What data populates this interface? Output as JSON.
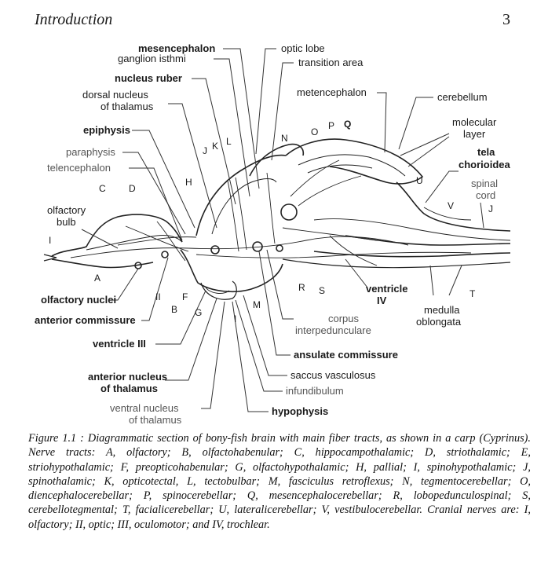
{
  "header": {
    "section": "Introduction",
    "page_number": "3"
  },
  "labels": {
    "mesencephalon": "mesencephalon",
    "ganglion_isthmi": "ganglion isthmi",
    "nucleus_ruber": "nucleus ruber",
    "dorsal_nucleus_1": "dorsal nucleus",
    "dorsal_nucleus_2": "of thalamus",
    "epiphysis": "epiphysis",
    "paraphysis": "paraphysis",
    "telencephalon": "telencephalon",
    "olfactory_bulb_1": "olfactory",
    "olfactory_bulb_2": "bulb",
    "optic_lobe": "optic lobe",
    "transition_area": "transition area",
    "metencephalon": "metencephalon",
    "cerebellum": "cerebellum",
    "molecular_1": "molecular",
    "molecular_2": "layer",
    "tela_1": "tela",
    "tela_2": "chorioidea",
    "spinal_1": "spinal",
    "spinal_2": "cord",
    "olfactory_nuclei": "olfactory nuclei",
    "anterior_commissure": "anterior commissure",
    "ventricle_iii": "ventricle III",
    "anterior_nucleus_1": "anterior nucleus",
    "anterior_nucleus_2": "of thalamus",
    "ventral_nucleus_1": "ventral nucleus",
    "ventral_nucleus_2": "of thalamus",
    "corpus_1": "corpus",
    "corpus_2": "interpedunculare",
    "ansulate": "ansulate commissure",
    "saccus": "saccus vasculosus",
    "infundibulum": "infundibulum",
    "hypophysis": "hypophysis",
    "ventricle_iv_1": "ventricle",
    "ventricle_iv_2": "IV",
    "medulla_1": "medulla",
    "medulla_2": "oblongata"
  },
  "letters": {
    "A": "A",
    "B": "B",
    "C": "C",
    "D": "D",
    "F": "F",
    "G": "G",
    "H": "H",
    "I": "I",
    "J": "J",
    "K": "K",
    "L": "L",
    "M": "M",
    "N": "N",
    "O": "O",
    "P": "P",
    "Q": "Q",
    "R": "R",
    "S": "S",
    "T": "T",
    "U": "U",
    "V": "V",
    "I_left": "I",
    "II": "II",
    "I_mid": "I"
  },
  "caption": {
    "text": "Figure 1.1 : Diagrammatic section of bony-fish brain with main fiber tracts, as shown in a carp (Cyprinus). Nerve tracts: A, olfactory; B, olfactohabenular; C, hippocampothalamic; D, striothalamic; E, striohypothalamic; F, preopticohabenular; G, olfactohypothalamic; H, pallial; I, spinohypothalamic; J, spinothalamic; K, opticotectal, L, tectobulbar; M, fasciculus retroflexus; N, tegmentocerebellar; O, diencephalocerebellar; P, spinocerebellar; Q, mesencephalocerebellar; R, lobopedunculospinal; S, cerebellotegmental; T, facialicerebellar; U, lateralicerebellar; V, vestibulocerebellar. Cranial nerves are: I, olfactory; II, optic; III, oculomotor; and IV, trochlear."
  }
}
